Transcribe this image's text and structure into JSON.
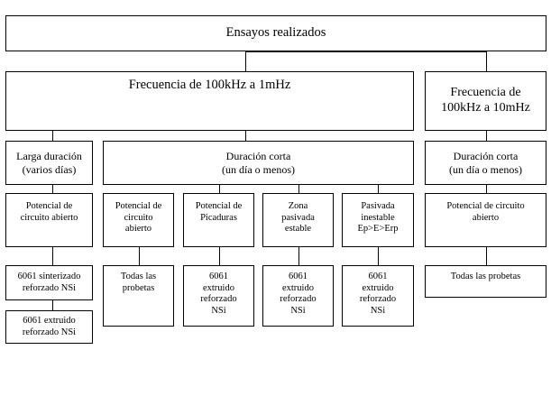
{
  "diagram": {
    "root": "Ensayos realizados",
    "freq_1": "Frecuencia de 100kHz a 1mHz",
    "freq_2": "Frecuencia de\n100kHz a 10mHz",
    "long_duration": "Larga duración\n(varios días)",
    "short_duration_1": "Duración corta\n(un día o menos)",
    "short_duration_2": "Duración corta\n(un día o menos)",
    "test_ocp_long": "Potencial de\ncircuito abierto",
    "test_ocp_short": "Potencial de\ncircuito\nabierto",
    "test_pitting": "Potencial de\nPicaduras",
    "test_passive_zone": "Zona\npasivada\nestable",
    "test_unstable_passive": "Pasivada\ninestable\nEp>E>Erp",
    "test_ocp_right": "Potencial de circuito\nabierto",
    "sample_sintered": "6061 sinterizado\nreforzado NSi",
    "sample_extruded_long": "6061 extruido\nreforzado NSi",
    "sample_all_1": "Todas las\nprobetas",
    "sample_extruded_pitting": "6061\nextruido\nreforzado\nNSi",
    "sample_extruded_passive": "6061\nextruido\nreforzado\nNSi",
    "sample_extruded_unstable": "6061\nextruido\nreforzado\nNSi",
    "sample_all_2": "Todas las probetas"
  }
}
